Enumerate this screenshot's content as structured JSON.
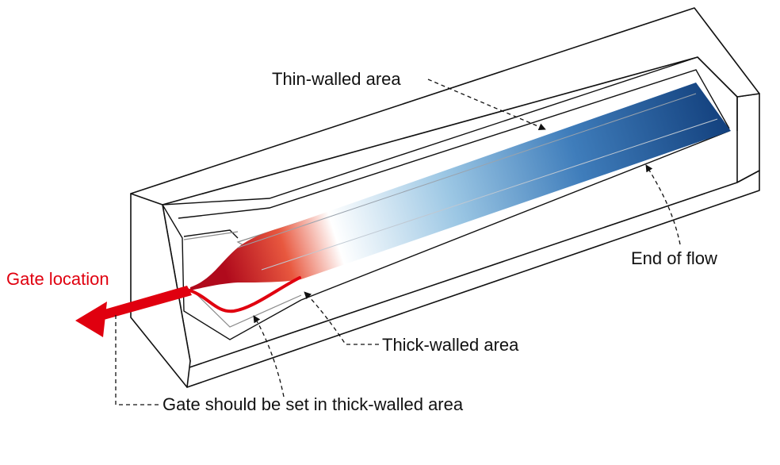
{
  "labels": {
    "thin_walled": "Thin-walled area",
    "end_of_flow": "End of flow",
    "thick_walled": "Thick-walled area",
    "gate_location": "Gate location",
    "gate_note": "Gate should be set in thick-walled area"
  },
  "colors": {
    "gate_red": "#e0000f",
    "flow_start": "#c0101f",
    "flow_mid": "#ffffff",
    "flow_end": "#1e4f8e",
    "outline": "#111111"
  }
}
